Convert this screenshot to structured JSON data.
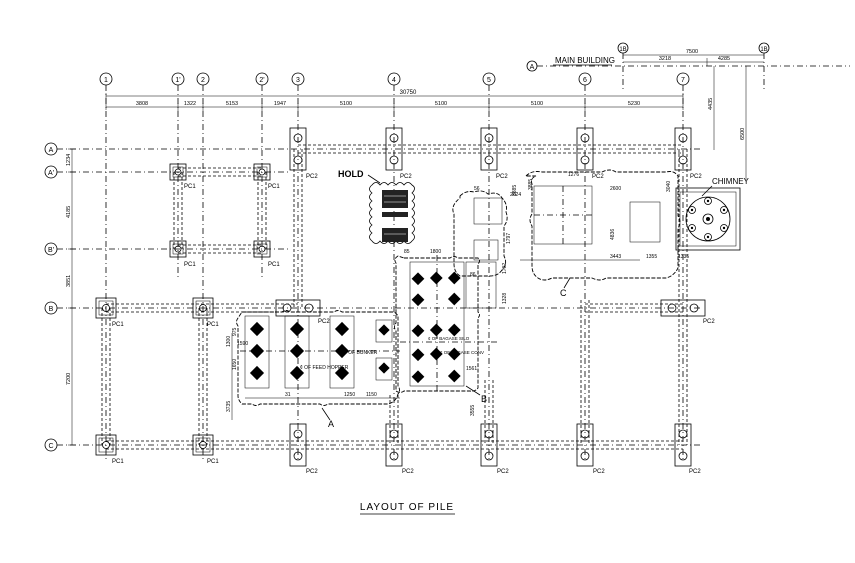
{
  "title": "LAYOUT OF PILE",
  "main_building": {
    "label": "MAIN BUILDING",
    "grid_a": "A",
    "grid_b1": "1B",
    "grid_b2": "1B",
    "dims": [
      "3218",
      "4285"
    ],
    "total": "7500",
    "v1": "4435",
    "v2": "6500"
  },
  "grid_columns": [
    "1",
    "1'",
    "2",
    "2'",
    "3",
    "4",
    "5",
    "6",
    "7"
  ],
  "grid_rows": [
    "A",
    "A'",
    "B'",
    "B",
    "C"
  ],
  "overall_dim": "30750",
  "col_dims": [
    "3808",
    "1322",
    "5153",
    "1947",
    "5100",
    "5100",
    "5100",
    "5230"
  ],
  "row_dims": [
    "1234",
    "4185",
    "3851",
    "7200"
  ],
  "pile_labels": {
    "pc1": "PC1",
    "pc2": "PC2"
  },
  "labels": {
    "hold": "HOLD",
    "chimney": "CHIMNEY",
    "zone_a": "A",
    "zone_b": "B",
    "zone_c": "C",
    "feed_hopper": "¢ OF FEED HOPPER",
    "bunker": "¢ OF BUNKER",
    "bagasse_silo": "¢ OF BAGASE SILO",
    "bagasse_conv": "¢ OF BAGASE CONV"
  },
  "local_dims": [
    "1300",
    "975",
    "1650",
    "3735",
    "31",
    "1250",
    "1150",
    "2024",
    "3885",
    "1797",
    "1800",
    "56",
    "1702",
    "1328",
    "1276",
    "3885",
    "4836",
    "3443",
    "1355",
    "1335",
    "3555",
    "1561",
    "2600",
    "85",
    "86",
    "1590",
    "3040"
  ]
}
